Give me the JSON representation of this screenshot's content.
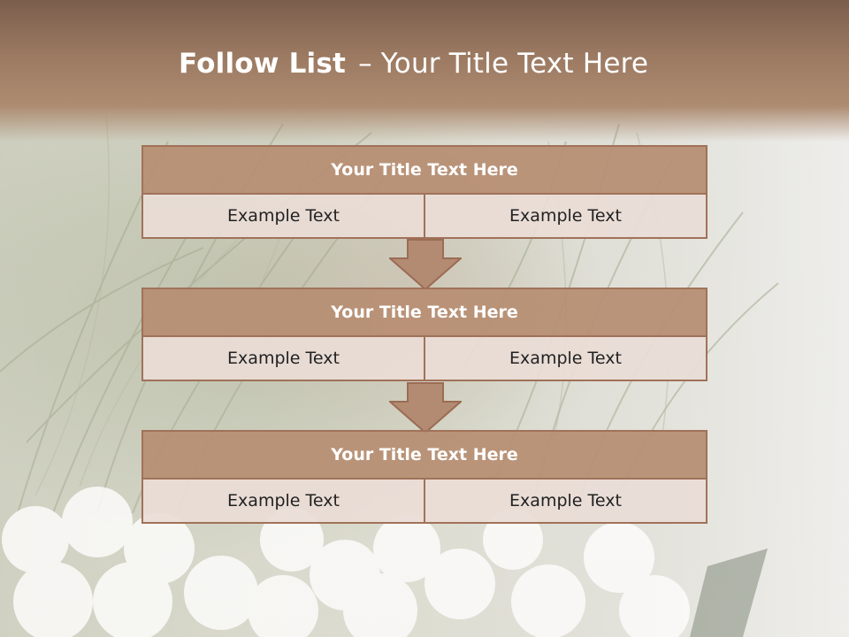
{
  "slide": {
    "title_bold": "Follow List",
    "title_dash": "–",
    "title_rest": "Your Title Text Here"
  },
  "flow": [
    {
      "title": "Your Title Text Here",
      "left": "Example Text",
      "right": "Example Text"
    },
    {
      "title": "Your Title Text Here",
      "left": "Example Text",
      "right": "Example Text"
    },
    {
      "title": "Your Title Text Here",
      "left": "Example Text",
      "right": "Example Text"
    }
  ],
  "colors": {
    "band": "#9c7a62",
    "block_head": "#b78e72",
    "block_border": "#a07259",
    "cell_fill": "#e9ddd6",
    "arrow": "#b38b72"
  }
}
